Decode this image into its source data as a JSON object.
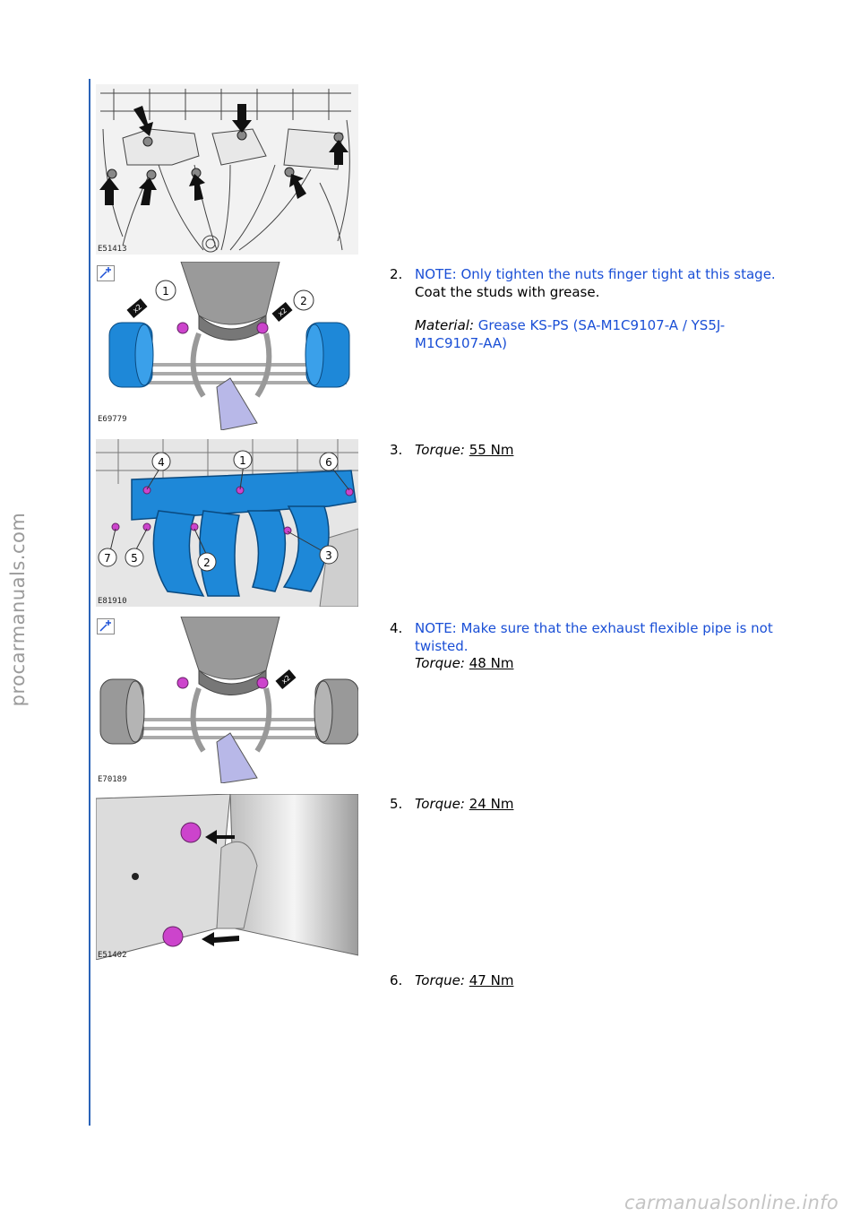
{
  "watermarks": {
    "side": "procarmanuals.com",
    "bottom": "carmanualsonline.info"
  },
  "figures": [
    {
      "id": "E51413"
    },
    {
      "id": "E69779",
      "callouts": [
        "1",
        "2"
      ],
      "badges": [
        "x2",
        "x2"
      ]
    },
    {
      "id": "E81910",
      "callouts": [
        "1",
        "2",
        "3",
        "4",
        "5",
        "6",
        "7"
      ]
    },
    {
      "id": "E70189",
      "badges": [
        "x2"
      ]
    },
    {
      "id": "E51402"
    }
  ],
  "steps": [
    {
      "number": "2.",
      "note": "NOTE: Only tighten the nuts finger tight at this stage.",
      "text": "Coat the studs with grease.",
      "material_label": "Material:",
      "material_value": "Grease KS-PS (SA-M1C9107-A / YS5J-M1C9107-AA)"
    },
    {
      "number": "3.",
      "torque_label": "Torque:",
      "torque_value": "55 Nm"
    },
    {
      "number": "4.",
      "note": "NOTE: Make sure that the exhaust flexible pipe is not twisted.",
      "torque_label": "Torque:",
      "torque_value": "48 Nm"
    },
    {
      "number": "5.",
      "torque_label": "Torque:",
      "torque_value": "24 Nm"
    },
    {
      "number": "6.",
      "torque_label": "Torque:",
      "torque_value": "47 Nm"
    }
  ],
  "colors": {
    "rule": "#2a63b8",
    "note_text": "#1a4fd6",
    "component_highlight": "#1e88d8",
    "fastener": "#cc44cc"
  },
  "icons": {
    "zoom": "zoom-in-icon",
    "arrow": "arrow-icon"
  }
}
